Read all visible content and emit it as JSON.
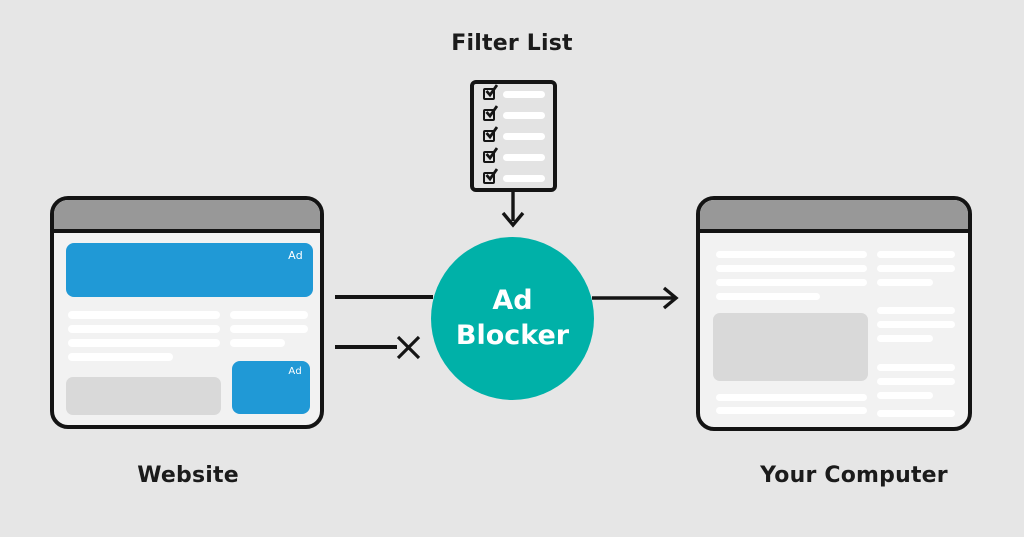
{
  "page": {
    "background_color": "#E6E6E6",
    "outline_color": "#141414"
  },
  "colors": {
    "teal": "#00B1A8",
    "ad_blue": "#2099D6",
    "window_header_gray": "#989898",
    "window_body": "#F2F2F2",
    "placeholder_gray": "#D9D9D9",
    "content_pill": "#FFFFFF"
  },
  "filter_list": {
    "title": "Filter List",
    "row_count": 5
  },
  "ad_blocker": {
    "label": "Ad Blocker"
  },
  "website": {
    "label": "Website",
    "banner_ad_label": "Ad",
    "sidebar_ad_label": "Ad"
  },
  "your_computer": {
    "label": "Your Computer"
  },
  "icons": {
    "checkbox": "☑",
    "down_arrow": "↓",
    "right_arrow": "→",
    "blocked_cross": "✕"
  }
}
